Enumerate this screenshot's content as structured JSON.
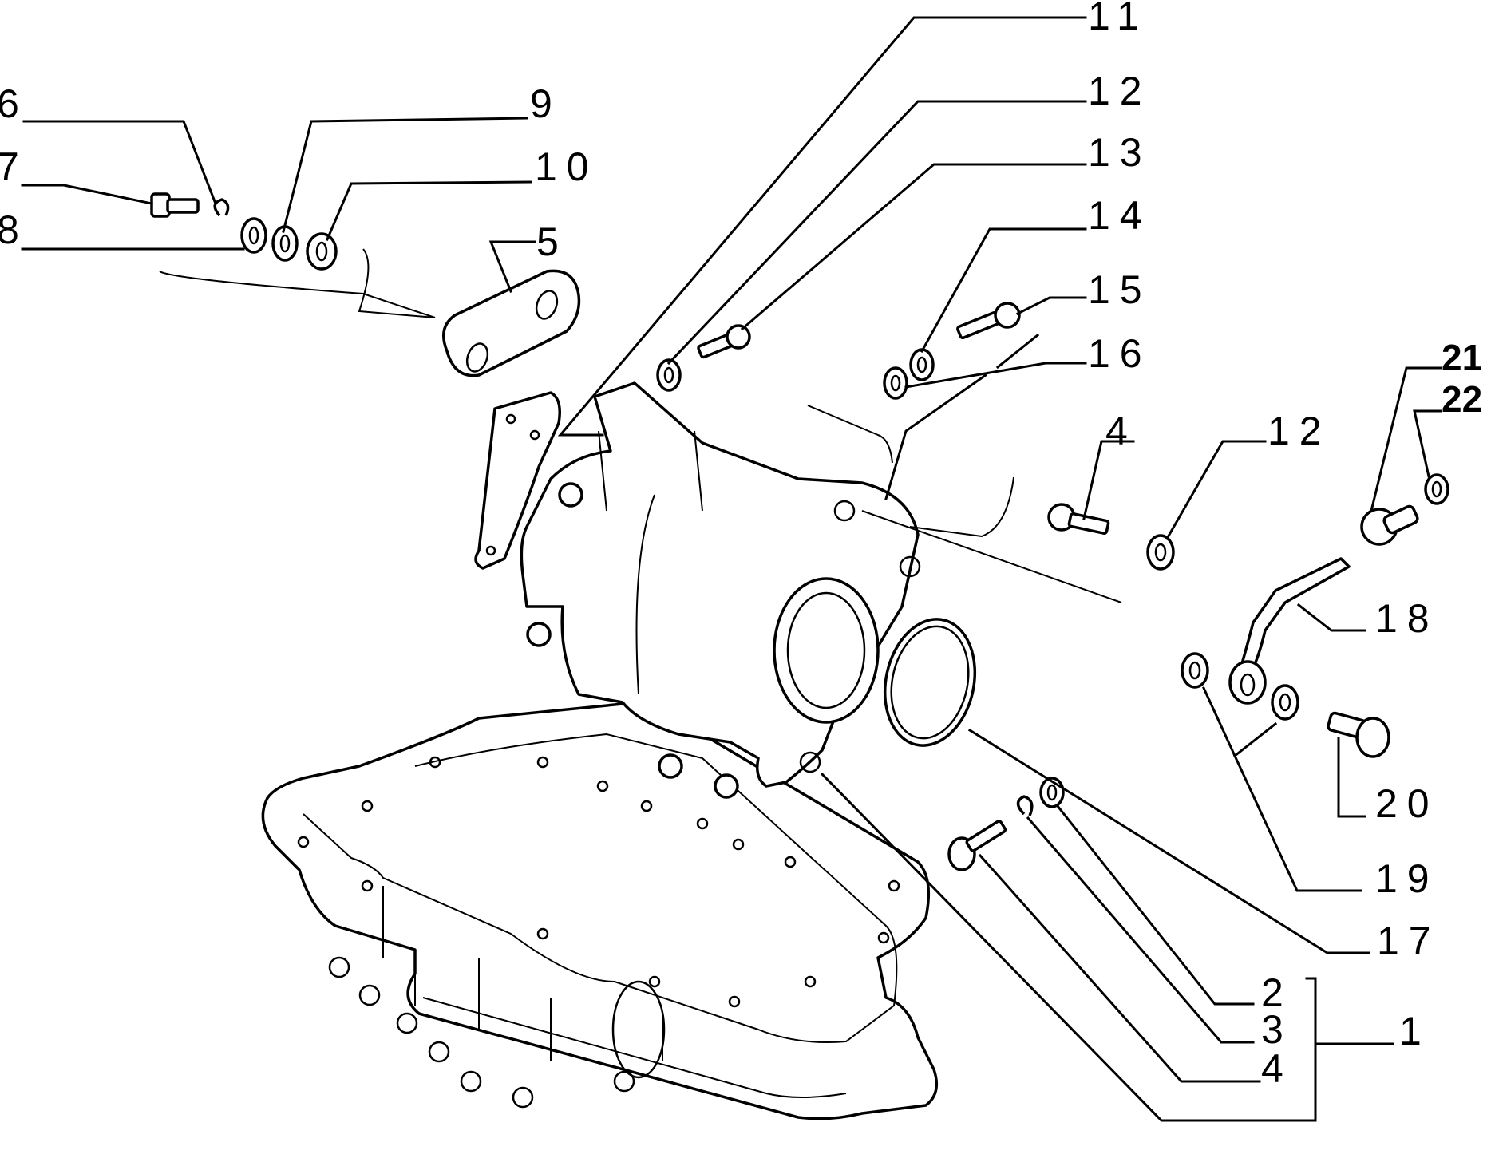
{
  "figure": {
    "type": "exploded-parts-diagram",
    "subject": "engine oil pan and housing assembly",
    "background_color": "#ffffff",
    "line_color": "#000000"
  },
  "callouts": [
    {
      "id": "c1",
      "label": "1"
    },
    {
      "id": "c2",
      "label": "2"
    },
    {
      "id": "c3",
      "label": "3"
    },
    {
      "id": "c4a",
      "label": "4"
    },
    {
      "id": "c4b",
      "label": "4"
    },
    {
      "id": "c5",
      "label": "5"
    },
    {
      "id": "c6",
      "label": "6"
    },
    {
      "id": "c7",
      "label": "7"
    },
    {
      "id": "c8",
      "label": "8"
    },
    {
      "id": "c9",
      "label": "9"
    },
    {
      "id": "c10",
      "label": "10"
    },
    {
      "id": "c11",
      "label": "11"
    },
    {
      "id": "c12a",
      "label": "12"
    },
    {
      "id": "c12b",
      "label": "12"
    },
    {
      "id": "c13",
      "label": "13"
    },
    {
      "id": "c14",
      "label": "14"
    },
    {
      "id": "c15",
      "label": "15"
    },
    {
      "id": "c16",
      "label": "16"
    },
    {
      "id": "c17",
      "label": "17"
    },
    {
      "id": "c18",
      "label": "18"
    },
    {
      "id": "c19",
      "label": "19"
    },
    {
      "id": "c20",
      "label": "20"
    },
    {
      "id": "c21",
      "label": "21"
    },
    {
      "id": "c22",
      "label": "22"
    }
  ],
  "group_bracket": {
    "label": "1",
    "members": [
      "2",
      "3",
      "4"
    ]
  }
}
